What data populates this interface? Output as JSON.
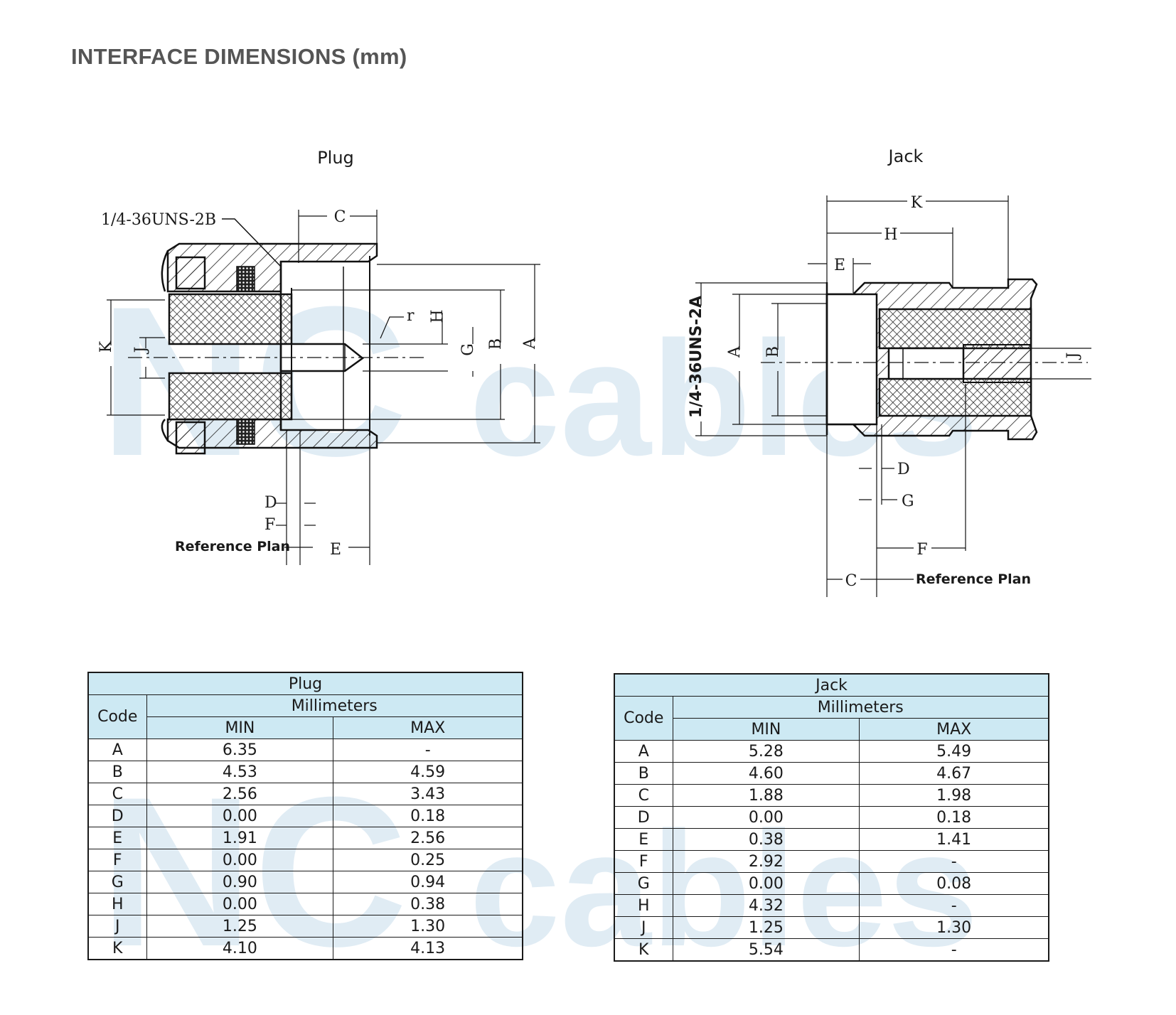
{
  "title": "INTERFACE DIMENSIONS (mm)",
  "watermark": {
    "line1": "NC",
    "line2": "cables",
    "color": "#dbe9f3"
  },
  "plug_drawing": {
    "caption": "Plug",
    "thread": "1/4-36UNS-2B",
    "labels": {
      "A": "A",
      "B": "B",
      "C": "C",
      "D": "D",
      "E": "E",
      "F": "F",
      "G": "G",
      "H": "H",
      "J": "J",
      "K": "K",
      "r": "r"
    },
    "reference": "Reference Plan"
  },
  "jack_drawing": {
    "caption": "Jack",
    "thread": "1/4-36UNS-2A",
    "labels": {
      "A": "A",
      "B": "B",
      "C": "C",
      "D": "D",
      "E": "E",
      "F": "F",
      "G": "G",
      "H": "H",
      "J": "J",
      "K": "K"
    },
    "reference": "Reference Plan"
  },
  "plug_table": {
    "title": "Plug",
    "code_header": "Code",
    "unit_header": "Millimeters",
    "min_header": "MIN",
    "max_header": "MAX",
    "rows": [
      {
        "code": "A",
        "min": "6.35",
        "max": "-"
      },
      {
        "code": "B",
        "min": "4.53",
        "max": "4.59"
      },
      {
        "code": "C",
        "min": "2.56",
        "max": "3.43"
      },
      {
        "code": "D",
        "min": "0.00",
        "max": "0.18"
      },
      {
        "code": "E",
        "min": "1.91",
        "max": "2.56"
      },
      {
        "code": "F",
        "min": "0.00",
        "max": "0.25"
      },
      {
        "code": "G",
        "min": "0.90",
        "max": "0.94"
      },
      {
        "code": "H",
        "min": "0.00",
        "max": "0.38"
      },
      {
        "code": "J",
        "min": "1.25",
        "max": "1.30"
      },
      {
        "code": "K",
        "min": "4.10",
        "max": "4.13"
      }
    ]
  },
  "jack_table": {
    "title": "Jack",
    "code_header": "Code",
    "unit_header": "Millimeters",
    "min_header": "MIN",
    "max_header": "MAX",
    "rows": [
      {
        "code": "A",
        "min": "5.28",
        "max": "5.49"
      },
      {
        "code": "B",
        "min": "4.60",
        "max": "4.67"
      },
      {
        "code": "C",
        "min": "1.88",
        "max": "1.98"
      },
      {
        "code": "D",
        "min": "0.00",
        "max": "0.18"
      },
      {
        "code": "E",
        "min": "0.38",
        "max": "1.41"
      },
      {
        "code": "F",
        "min": "2.92",
        "max": "-"
      },
      {
        "code": "G",
        "min": "0.00",
        "max": "0.08"
      },
      {
        "code": "H",
        "min": "4.32",
        "max": "-"
      },
      {
        "code": "J",
        "min": "1.25",
        "max": "1.30"
      },
      {
        "code": "K",
        "min": "5.54",
        "max": "-"
      }
    ]
  }
}
